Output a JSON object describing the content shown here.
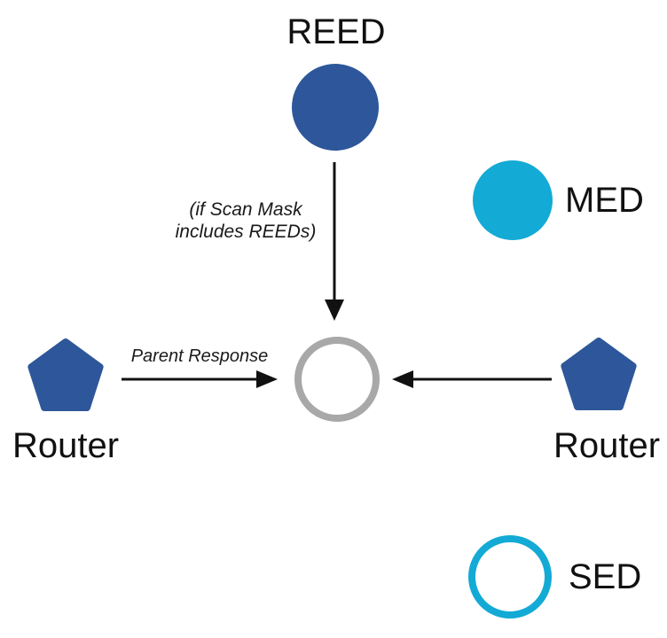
{
  "diagram": {
    "description": "Thread network device roles diagram: REED and Routers send responses to a central (gray) node; MED and SED shown in legend",
    "colors": {
      "node_blue": "#2D579A",
      "node_cyan": "#13AAD5",
      "center_gray": "#A8A8A8",
      "arrow_black": "#111111",
      "text": "#111111",
      "background": "#FFFFFF"
    },
    "nodes": {
      "reed": {
        "label": "REED",
        "shape": "filled-circle"
      },
      "med": {
        "label": "MED",
        "shape": "filled-circle"
      },
      "sed": {
        "label": "SED",
        "shape": "outlined-circle"
      },
      "router_left": {
        "label": "Router",
        "shape": "pentagon"
      },
      "router_right": {
        "label": "Router",
        "shape": "pentagon"
      },
      "center": {
        "label": "",
        "shape": "outlined-circle-gray"
      }
    },
    "annotations": {
      "scan_mask_line1": "(if Scan Mask",
      "scan_mask_line2": "includes REEDs)",
      "parent_response": "Parent Response"
    },
    "edges": [
      {
        "from": "reed",
        "to": "center",
        "label": "(if Scan Mask includes REEDs)"
      },
      {
        "from": "router_left",
        "to": "center",
        "label": "Parent Response"
      },
      {
        "from": "router_right",
        "to": "center",
        "label": ""
      }
    ]
  }
}
